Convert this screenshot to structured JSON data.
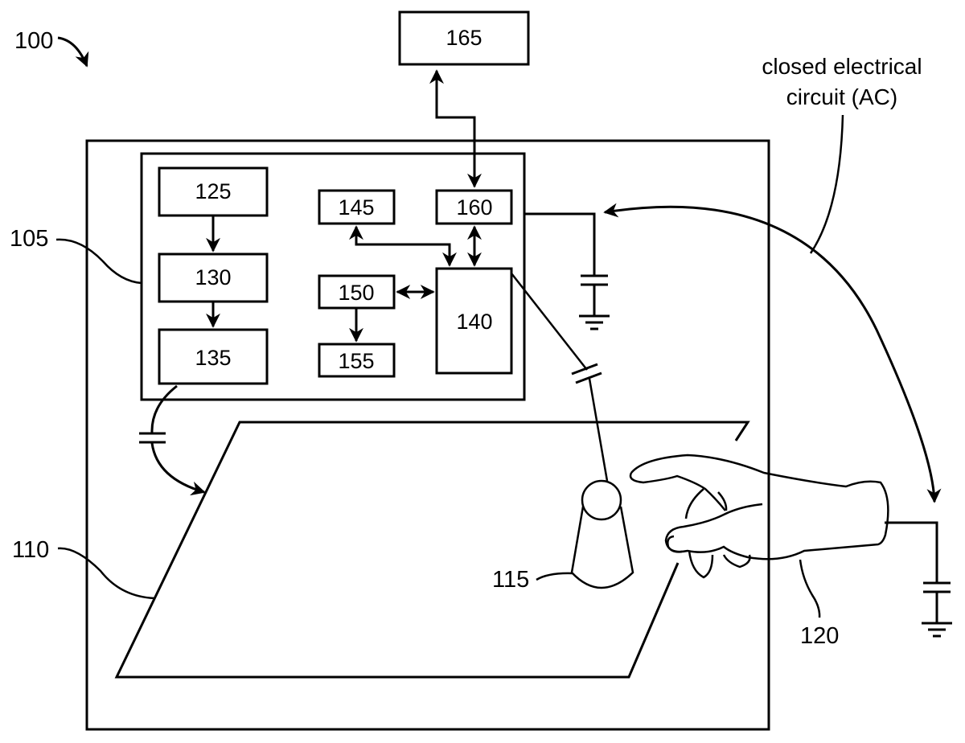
{
  "figure": {
    "reference_label": "100",
    "annotation": {
      "line1": "closed electrical",
      "line2": "circuit (AC)"
    },
    "callouts": {
      "controller": "105",
      "touch_surface": "110",
      "object": "115",
      "hand": "120"
    },
    "blocks": {
      "b125": "125",
      "b130": "130",
      "b135": "135",
      "b140": "140",
      "b145": "145",
      "b150": "150",
      "b155": "155",
      "b160": "160",
      "b165": "165"
    },
    "colors": {
      "stroke": "#000000",
      "background": "#ffffff"
    }
  }
}
